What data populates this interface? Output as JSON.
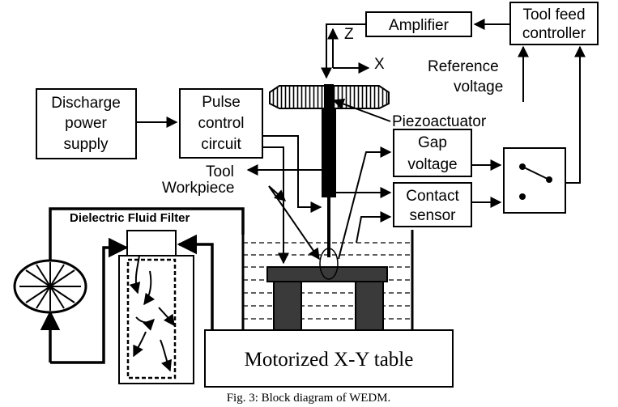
{
  "blocks": {
    "discharge_power_supply": [
      "Discharge",
      "power",
      "supply"
    ],
    "pulse_control_circuit": [
      "Pulse",
      "control",
      "circuit"
    ],
    "amplifier": "Amplifier",
    "tool_feed_controller": [
      "Tool feed",
      "controller"
    ],
    "gap_voltage": [
      "Gap",
      "voltage"
    ],
    "contact_sensor": [
      "Contact",
      "sensor"
    ]
  },
  "labels": {
    "reference_voltage": [
      "Reference",
      "voltage"
    ],
    "piezoactuator": "Piezoactuator",
    "tool": "Tool",
    "workpiece": "Workpiece",
    "dielectric_fluid_filter": "Dielectric Fluid Filter",
    "motorized_table": "Motorized X-Y table",
    "axis_z": "Z",
    "axis_x": "X"
  },
  "caption": "Fig. 3: Block diagram of WEDM."
}
